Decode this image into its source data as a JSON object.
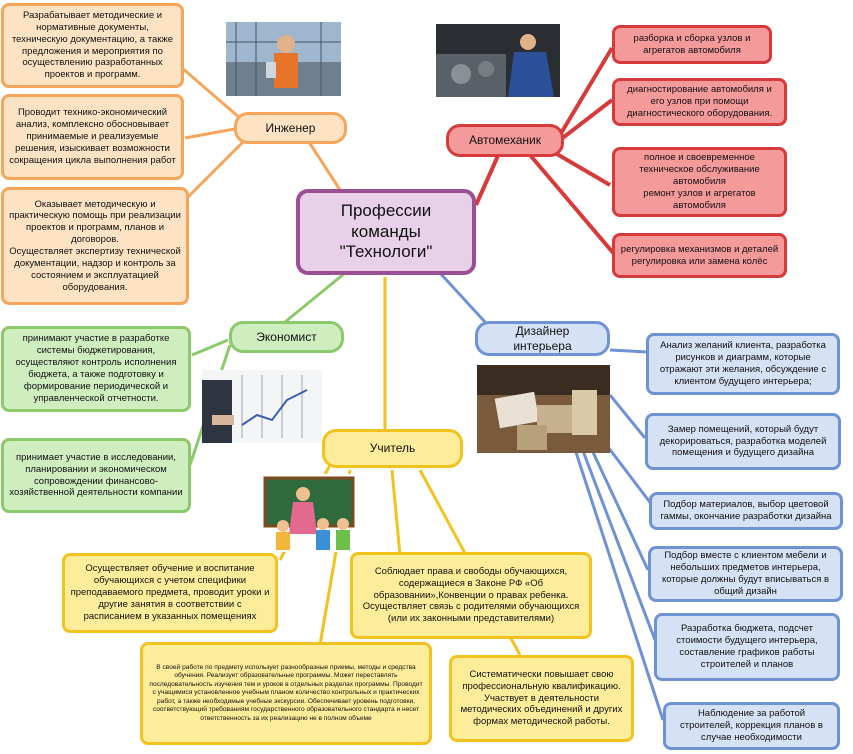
{
  "title": "Профессии\nкоманды\n\"Технологи\"",
  "branches": {
    "engineer": {
      "label": "Инженер",
      "items": [
        "Разрабатывает методические и нормативные документы, техническую документацию, а также предложения и мероприятия по осуществлению разработанных проектов и программ.",
        "Проводит технико-экономический анализ, комплексно обосновывает принимаемые и реализуемые решения, изыскивает возможности сокращения цикла выполнения работ",
        "Оказывает методическую и практическую помощь при реализации проектов и программ, планов и договоров.\nОсуществляет экспертизу технической документации, надзор и контроль за состоянием и эксплуатацией оборудования."
      ]
    },
    "mechanic": {
      "label": "Автомеханик",
      "items": [
        "разборка и сборка узлов и агрегатов автомобиля",
        "диагностирование автомобиля и его узлов при помощи диагностического оборудования.",
        "полное и своевременное техническое обслуживание автомобиля\nремонт узлов и агрегатов автомобиля",
        "регулировка механизмов и деталей\nрегулировка или замена колёс"
      ]
    },
    "economist": {
      "label": "Экономист",
      "items": [
        "принимают участие в разработке системы бюджетирования, осуществляют контроль исполнения бюджета, а также подготовку и формирование периодической и управленческой отчетности.",
        "принимает участие в исследовании, планировании и экономическом сопровождении финансово-хозяйственной деятельности компании"
      ]
    },
    "designer": {
      "label": "Дизайнер\nинтерьера",
      "items": [
        "Анализ желаний клиента, разработка рисунков и диаграмм, которые отражают эти желания, обсуждение с клиентом будущего интерьера;",
        "Замер помещений, который будут декорироваться, разработка моделей помещения и будущего дизайна",
        "Подбор материалов, выбор цветовой гаммы, окончание разработки дизайна",
        "Подбор вместе с клиентом мебели и небольших предметов интерьера, которые должны будут вписываться в общий дизайн",
        "Разработка бюджета, подсчет стоимости будущего интерьера, составление графиков работы строителей и планов",
        "Наблюдение за работой строителей, коррекция планов в случае необходимости"
      ]
    },
    "teacher": {
      "label": "Учитель",
      "items": [
        "Осуществляет обучение и воспитание обучающихся с учетом специфики преподаваемого предмета, проводит уроки и другие занятия в      соответствии с расписанием в указанных помещениях",
        "Соблюдает права и свободы обучающихся, содержащиеся в Законе РФ «Об образовании»,Конвенции о правах ребенка. Осуществляет связь с родителями обучающихся (или их законными представителями)",
        "В своей работе по предмету использует разнообразные приемы, методы и средства обучения. Реализует образовательные программы.    Может переставлять последовательность изучения тем и уроков в отдельных разделах программы. Проводит с учащимися установленное учебным      планом количество контрольных и практических работ, а также необходимые учебные экскурсии. Обеспечивает уровень подготовки,       соответствующий требованиям государственного образовательного стандарта и несет ответственность за их реализацию не в полном       объеме",
        "Систематически повышает свою профессиональную квалификацию. Участвует в деятельности методических объединений и других          формах методической работы."
      ]
    }
  }
}
